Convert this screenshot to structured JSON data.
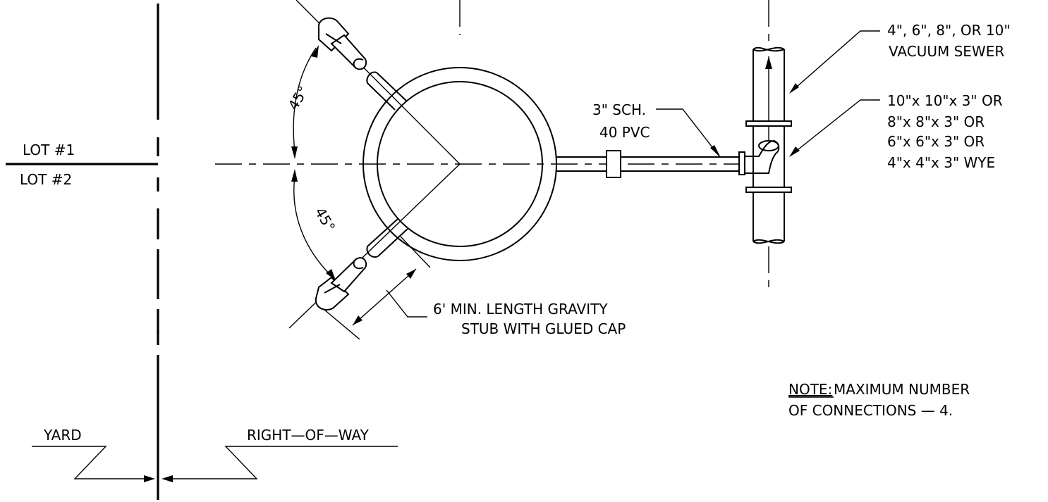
{
  "labels": {
    "lot1": "LOT #1",
    "lot2": "LOT #2",
    "yard": "YARD",
    "right_of_way": "RIGHT—OF—WAY",
    "pipe_line1": "3\" SCH.",
    "pipe_line2": "40 PVC",
    "sewer_line1": "4\", 6\", 8\", OR 10\"",
    "sewer_line2": "VACUUM SEWER",
    "wye_line1": "10\"x 10\"x 3\" OR",
    "wye_line2": "8\"x 8\"x 3\" OR",
    "wye_line3": "6\"x 6\"x 3\" OR",
    "wye_line4": "4\"x 4\"x 3\" WYE",
    "stub_line1": "6' MIN. LENGTH GRAVITY",
    "stub_line2": "STUB WITH GLUED CAP",
    "angle_upper": "45°",
    "angle_lower": "45°",
    "note_prefix": "NOTE:",
    "note_line1": " MAXIMUM NUMBER",
    "note_line2": "OF CONNECTIONS — 4."
  }
}
